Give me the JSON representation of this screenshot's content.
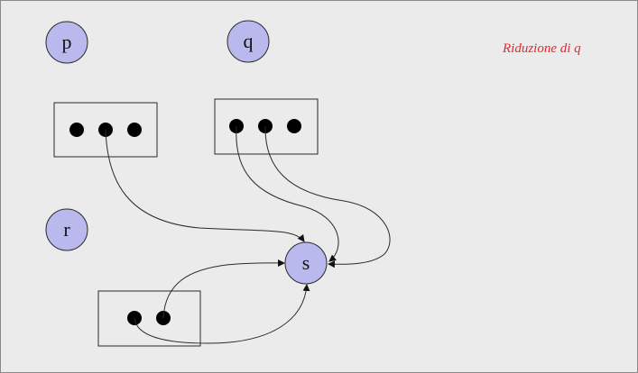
{
  "caption": {
    "text": "Riduzione di q",
    "color": "#e8262b"
  },
  "nodes": {
    "p": {
      "label": "p"
    },
    "q": {
      "label": "q"
    },
    "r": {
      "label": "r"
    },
    "s": {
      "label": "s"
    }
  },
  "colors": {
    "node_fill": "#b9b9ee",
    "line": "#2a2a2a",
    "background": "#ebebeb"
  }
}
